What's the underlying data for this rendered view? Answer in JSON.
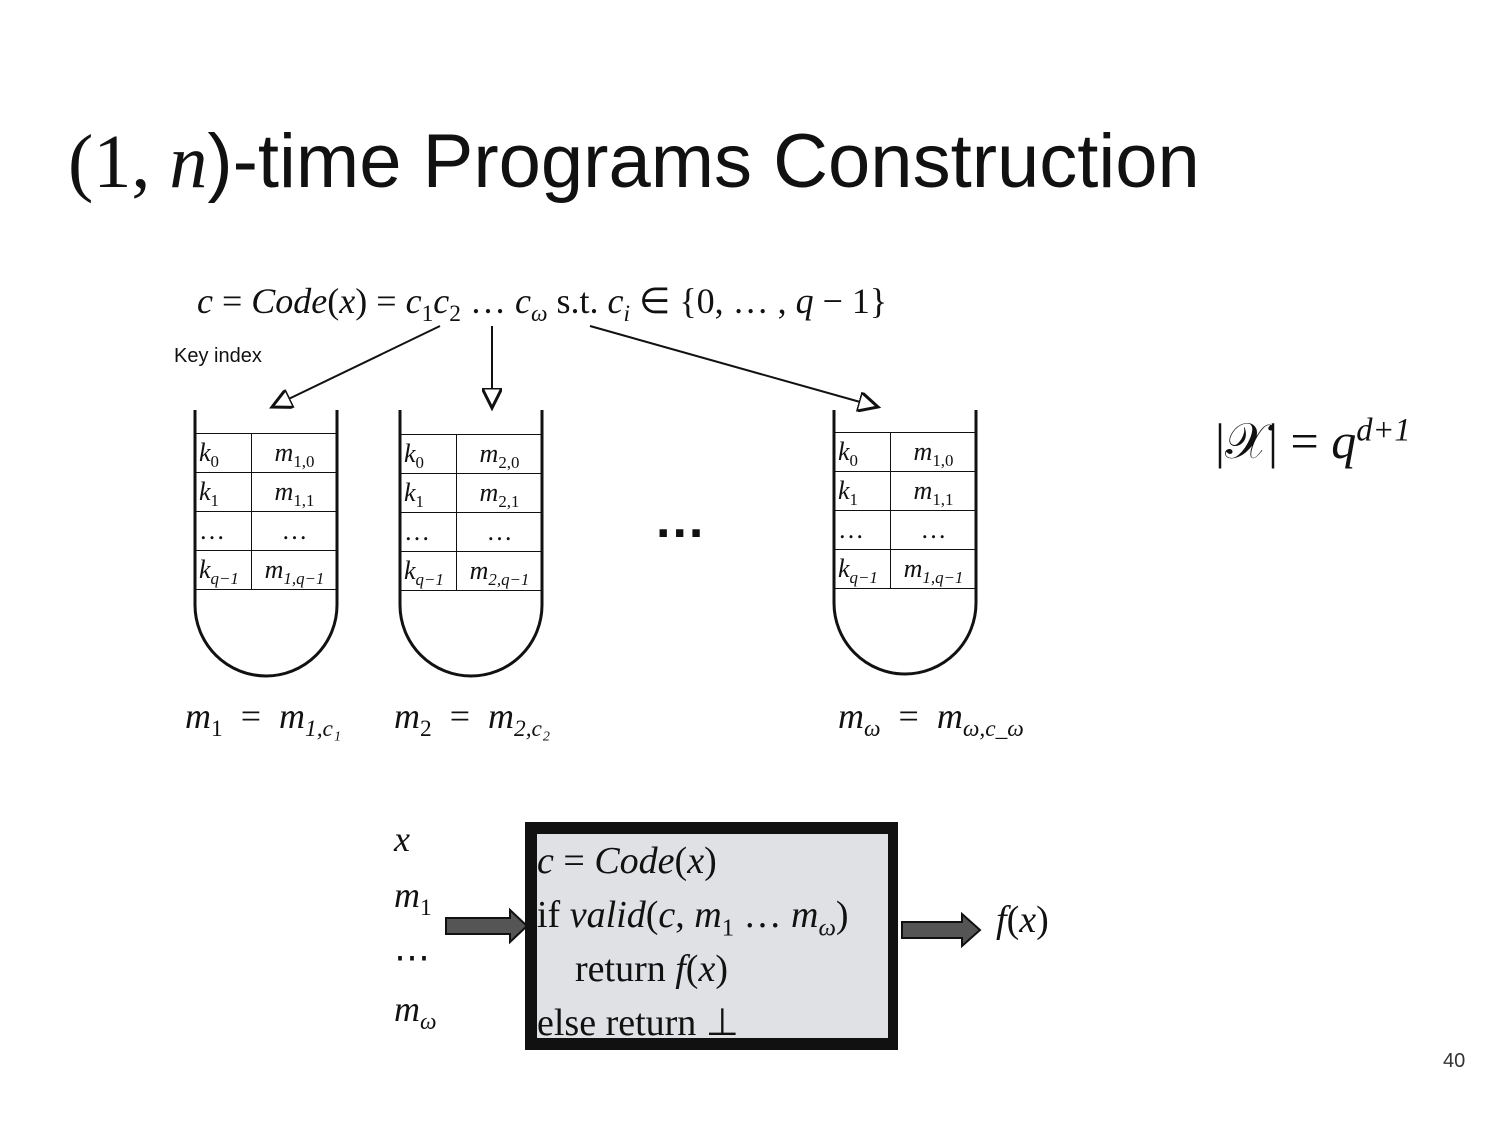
{
  "title": {
    "paren_open": "(",
    "one": "1, ",
    "n": "n",
    "rest": ")-time Programs Construction"
  },
  "code_formula": [
    {
      "t": "c"
    },
    {
      "t": " = ",
      "r": 1
    },
    {
      "t": "Code"
    },
    {
      "t": "(",
      "r": 1
    },
    {
      "t": "x"
    },
    {
      "t": ") = ",
      "r": 1
    },
    {
      "t": "c",
      "sub": "1"
    },
    {
      "t": "c",
      "sub": "2"
    },
    {
      "t": " … ",
      "r": 1
    },
    {
      "t": "c",
      "sub": "ω"
    },
    {
      "t": " s.t. ",
      "r": 1
    },
    {
      "t": "c",
      "sub": "i"
    },
    {
      "t": " ∈ {0, … , ",
      "r": 1
    },
    {
      "t": "q"
    },
    {
      "t": " − 1}",
      "r": 1
    }
  ],
  "key_index_label": "Key index",
  "buckets": [
    {
      "rows": [
        {
          "k": "0",
          "m": "1,0"
        },
        {
          "k": "1",
          "m": "1,1"
        },
        {
          "k": "…",
          "m": "…"
        },
        {
          "k": "q−1",
          "m": "1,q−1"
        }
      ],
      "caption": [
        {
          "t": "m",
          "sub": "1"
        },
        {
          "t": "  =  ",
          "r": 1
        },
        {
          "t": "m",
          "sub": "1,c₁"
        }
      ]
    },
    {
      "rows": [
        {
          "k": "0",
          "m": "2,0"
        },
        {
          "k": "1",
          "m": "2,1"
        },
        {
          "k": "…",
          "m": "…"
        },
        {
          "k": "q−1",
          "m": "2,q−1"
        }
      ],
      "caption": [
        {
          "t": "m",
          "sub": "2"
        },
        {
          "t": "  =  ",
          "r": 1
        },
        {
          "t": "m",
          "sub": "2,c₂"
        }
      ]
    },
    {
      "rows": [
        {
          "k": "0",
          "m": "1,0"
        },
        {
          "k": "1",
          "m": "1,1"
        },
        {
          "k": "…",
          "m": "…"
        },
        {
          "k": "q−1",
          "m": "1,q−1"
        }
      ],
      "caption": [
        {
          "t": "m",
          "sub": "ω"
        },
        {
          "t": "  =  ",
          "r": 1
        },
        {
          "t": "m",
          "sub": "ω,c_ω"
        }
      ]
    }
  ],
  "buckets_ellipsis": "...",
  "domain_size": [
    {
      "t": "|𝒳| = ",
      "r": 1
    },
    {
      "t": "q",
      "sup": "d+1"
    }
  ],
  "inputs": [
    [
      {
        "t": "x"
      }
    ],
    [
      {
        "t": "m",
        "sub": "1"
      }
    ],
    [
      {
        "t": "⋯",
        "r": 1
      }
    ],
    [
      {
        "t": "m",
        "sub": "ω"
      }
    ]
  ],
  "program_lines": [
    [
      {
        "t": "c"
      },
      {
        "t": " = ",
        "r": 1
      },
      {
        "t": "Code"
      },
      {
        "t": "(",
        "r": 1
      },
      {
        "t": "x"
      },
      {
        "t": ")",
        "r": 1
      }
    ],
    [
      {
        "t": "if ",
        "r": 1
      },
      {
        "t": "valid"
      },
      {
        "t": "(",
        "r": 1
      },
      {
        "t": "c"
      },
      {
        "t": ", ",
        "r": 1
      },
      {
        "t": "m",
        "sub": "1"
      },
      {
        "t": " … ",
        "r": 1
      },
      {
        "t": "m",
        "sub": "ω"
      },
      {
        "t": ")",
        "r": 1
      }
    ],
    [
      {
        "t": "    return ",
        "r": 1
      },
      {
        "t": "f"
      },
      {
        "t": "(",
        "r": 1
      },
      {
        "t": "x"
      },
      {
        "t": ")",
        "r": 1
      }
    ],
    [
      {
        "t": "else return ⊥",
        "r": 1
      }
    ]
  ],
  "output": [
    {
      "t": "f"
    },
    {
      "t": "(",
      "r": 1
    },
    {
      "t": "x"
    },
    {
      "t": ")",
      "r": 1
    }
  ],
  "page_number": "40",
  "colors": {
    "box_border": "#111111",
    "box_fill": "#dfe1e5",
    "arrow_fill": "#555555"
  }
}
